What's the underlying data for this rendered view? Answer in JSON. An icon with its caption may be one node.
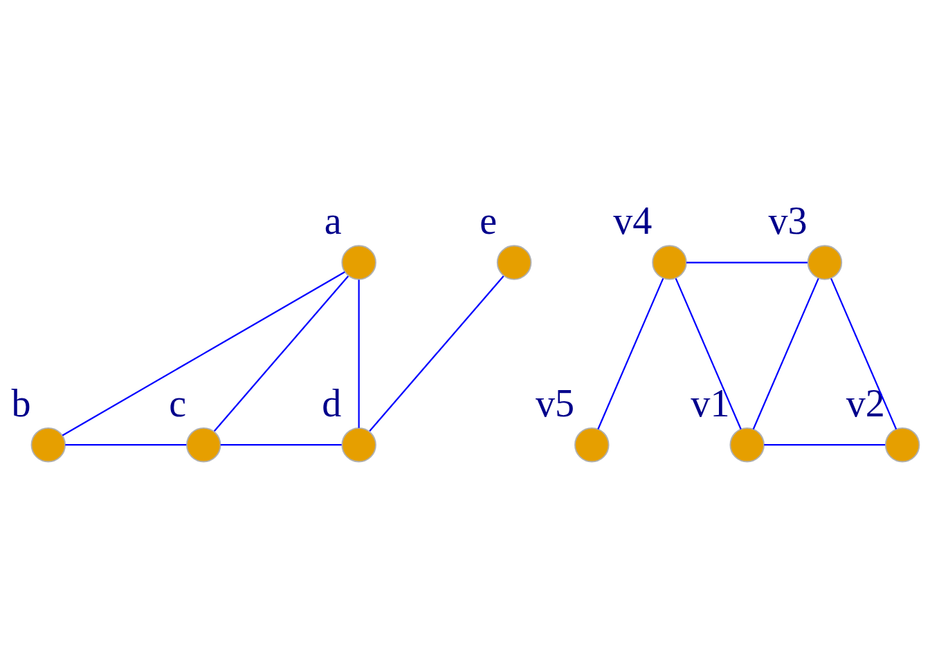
{
  "diagram": {
    "nodes": [
      {
        "text": [],
        "shape": "circle",
        "beside": [
          "a"
        ]
      },
      {
        "text": [],
        "shape": "circle",
        "beside": [
          "e"
        ]
      },
      {
        "text": [],
        "shape": "circle",
        "beside": [
          "b"
        ]
      },
      {
        "text": [],
        "shape": "circle",
        "beside": [
          "c"
        ]
      },
      {
        "text": [],
        "shape": "circle",
        "beside": [
          "d"
        ]
      },
      {
        "text": [],
        "shape": "circle",
        "beside": [
          "v4"
        ]
      },
      {
        "text": [],
        "shape": "circle",
        "beside": [
          "v3"
        ]
      },
      {
        "text": [],
        "shape": "circle",
        "beside": [
          "v5"
        ]
      },
      {
        "text": [],
        "shape": "circle",
        "beside": [
          "v1"
        ]
      },
      {
        "text": [],
        "shape": "circle",
        "beside": [
          "v2"
        ]
      }
    ],
    "edges": [
      {
        "from": 0,
        "to": 2,
        "arrow": "none"
      },
      {
        "from": 0,
        "to": 3,
        "arrow": "none"
      },
      {
        "from": 0,
        "to": 4,
        "arrow": "none"
      },
      {
        "from": 2,
        "to": 3,
        "arrow": "none"
      },
      {
        "from": 3,
        "to": 4,
        "arrow": "none"
      },
      {
        "from": 1,
        "to": 4,
        "arrow": "none"
      },
      {
        "from": 5,
        "to": 6,
        "arrow": "none"
      },
      {
        "from": 5,
        "to": 8,
        "arrow": "none"
      },
      {
        "from": 6,
        "to": 8,
        "arrow": "none"
      },
      {
        "from": 6,
        "to": 9,
        "arrow": "none"
      },
      {
        "from": 8,
        "to": 9,
        "arrow": "none"
      },
      {
        "from": 5,
        "to": 7,
        "arrow": "none"
      }
    ]
  }
}
